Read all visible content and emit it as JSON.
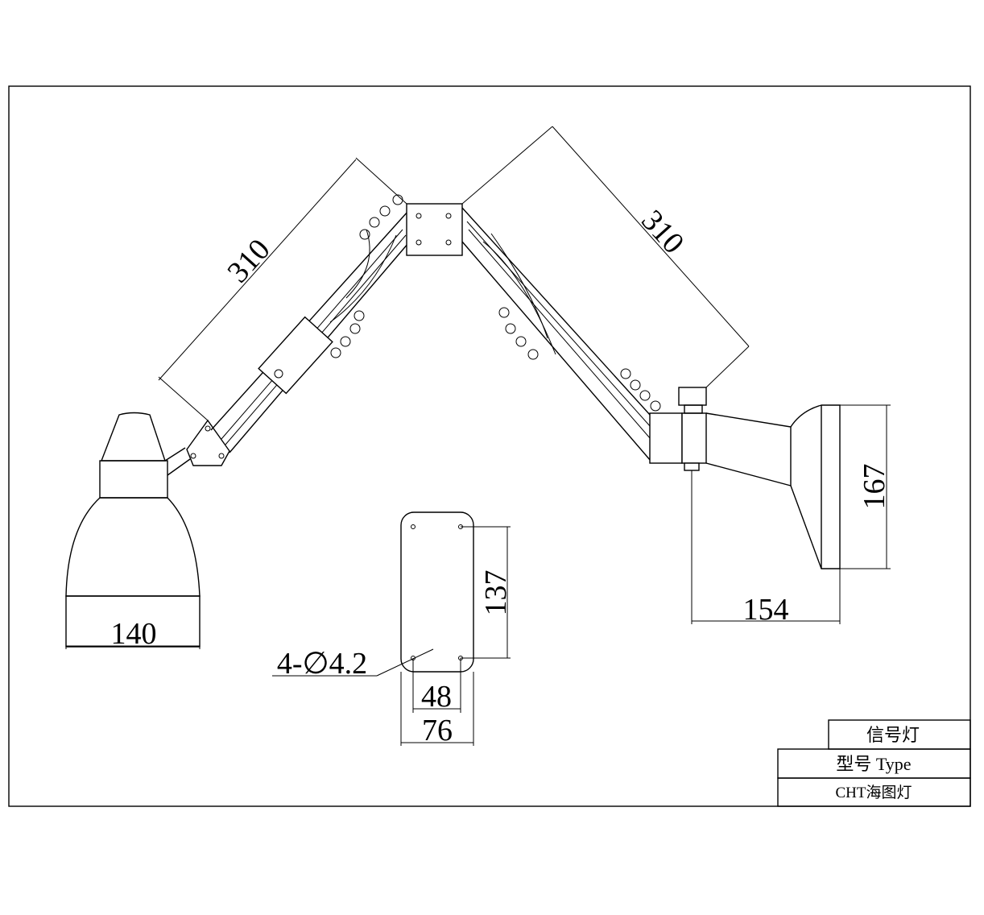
{
  "dimensions": {
    "left_arm_length": "310",
    "right_arm_length": "310",
    "left_shade_width": "140",
    "right_head_height": "167",
    "right_head_depth": "154",
    "plate_height": "137",
    "hole_spacing": "48",
    "plate_width": "76",
    "hole_callout": "4-∅4.2"
  },
  "title_block": {
    "product_name": "信号灯",
    "type_label": "型号 Type",
    "model": "CHT海图灯"
  }
}
